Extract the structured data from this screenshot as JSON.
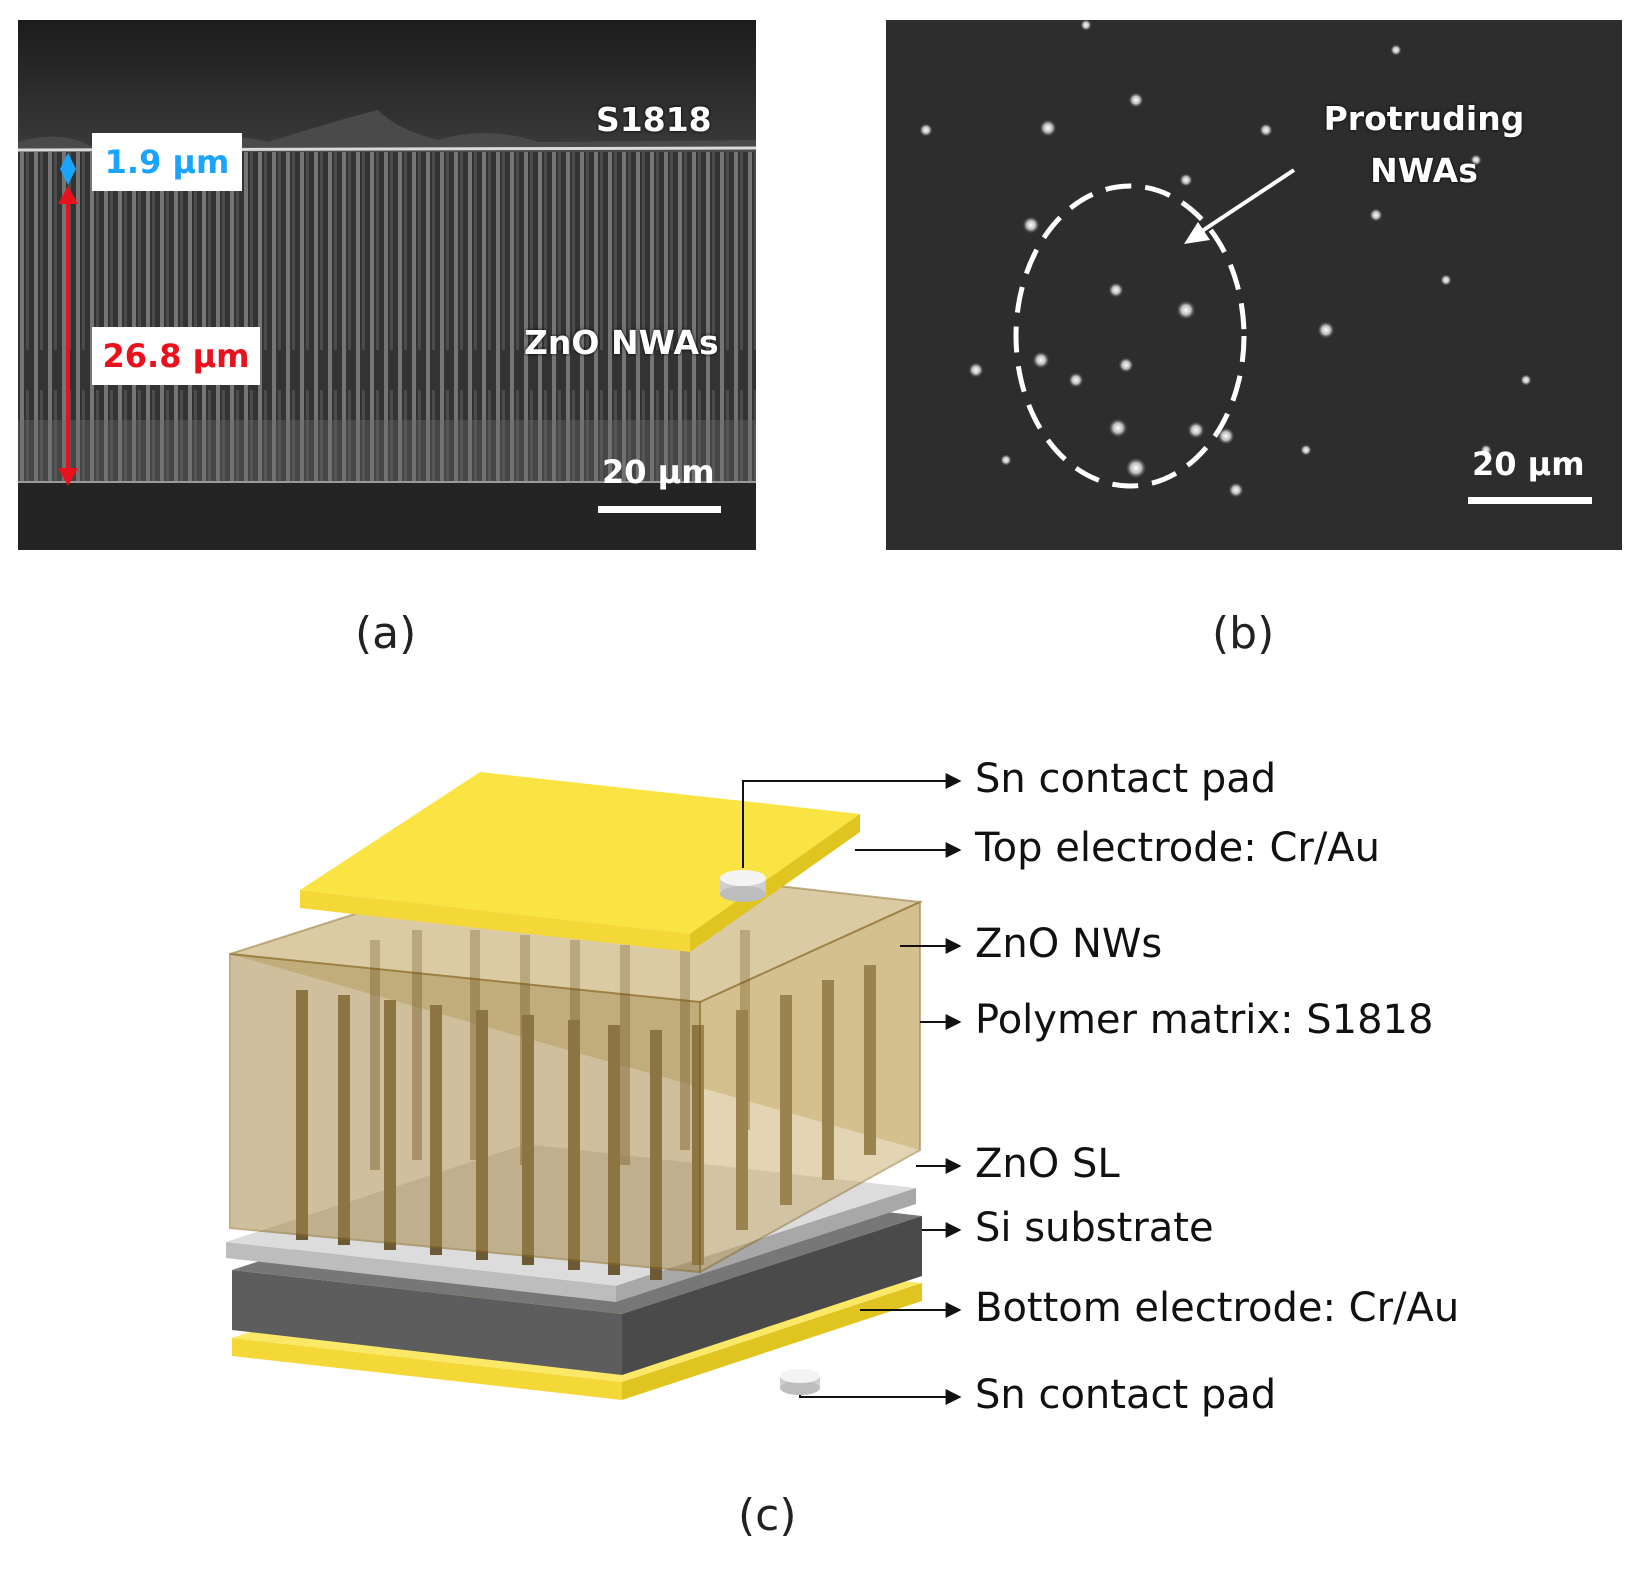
{
  "panel_a": {
    "layer_top": "S1818",
    "layer_main": "ZnO NWAs",
    "thickness_top": "1.9 μm",
    "thickness_main": "26.8 μm",
    "scale_bar": "20 μm",
    "colors": {
      "top_measure": "#1aa3ff",
      "main_measure": "#e8111c"
    }
  },
  "panel_b": {
    "annotation_line1": "Protruding",
    "annotation_line2": "NWAs",
    "scale_bar": "20 μm"
  },
  "panel_c": {
    "labels": [
      "Sn contact pad",
      "Top electrode: Cr/Au",
      "ZnO NWs",
      "Polymer matrix: S1818",
      "ZnO SL",
      "Si substrate",
      "Bottom electrode: Cr/Au",
      "Sn contact pad"
    ],
    "colors": {
      "electrode": "#f7e33c",
      "polymer": "#b49a62",
      "seed_layer": "#cfcfcf",
      "substrate": "#6e6e6e"
    }
  },
  "captions": {
    "a": "(a)",
    "b": "(b)",
    "c": "(c)"
  }
}
